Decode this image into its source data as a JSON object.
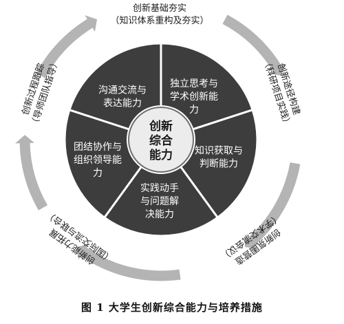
{
  "center_label": [
    "创新",
    "综合",
    "能力"
  ],
  "sectors": [
    {
      "key": "independent-thinking",
      "lines": [
        "独立思考与",
        "学术创新能",
        "力"
      ]
    },
    {
      "key": "knowledge-acquisition",
      "lines": [
        "知识获取与",
        "判断能力"
      ]
    },
    {
      "key": "practice-problem-solving",
      "lines": [
        "实践动手",
        "与问题解",
        "决能力"
      ]
    },
    {
      "key": "teamwork-leadership",
      "lines": [
        "团结协作与",
        "组织领导能",
        "力"
      ]
    },
    {
      "key": "communication-expression",
      "lines": [
        "沟通交流与",
        "表达能力"
      ]
    }
  ],
  "outer_measures": [
    {
      "key": "foundation",
      "lines": [
        "创新基础夯实",
        "（知识体系重构及夯实）"
      ]
    },
    {
      "key": "pathway",
      "lines": [
        "创新途径构建",
        "（科研项目实践）"
      ]
    },
    {
      "key": "atmosphere",
      "lines": [
        "创新氛围营造",
        "（学术交流会议）"
      ]
    },
    {
      "key": "ability-enhancement",
      "lines": [
        "创新能力拓展",
        "（国际交流与联合）"
      ]
    },
    {
      "key": "process-tracking",
      "lines": [
        "创新过程跟踪",
        "（导师团队指导）"
      ]
    }
  ],
  "caption": "图 1   大学生创新综合能力与培养措施",
  "colors": {
    "sector_fill": "#3d3d3d",
    "sector_edge": "#ffffff",
    "center_fill": "#ececec",
    "center_ring": "#6e6e6e",
    "arrow": "#b4b4b4",
    "text_light": "#ffffff",
    "text_dark": "#1a1a1a"
  }
}
